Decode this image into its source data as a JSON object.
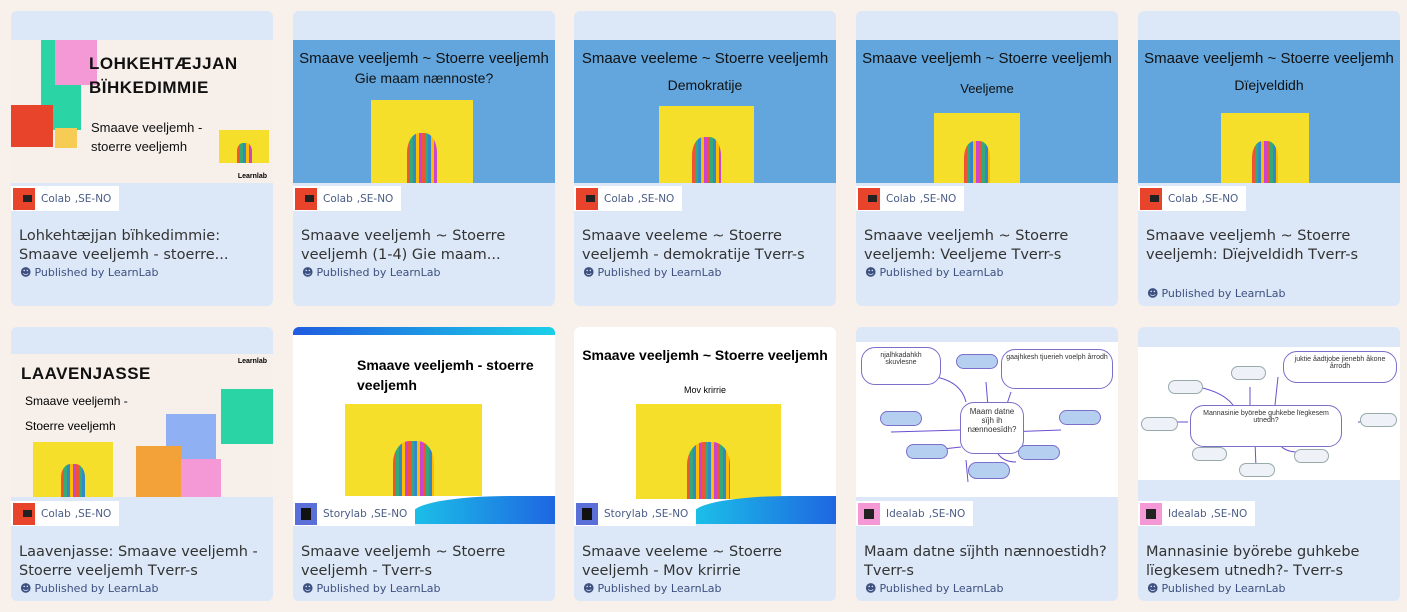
{
  "cards": [
    {
      "thumb": {
        "heading": "LOHKEHTÆJJAN BÏHKEDIMMIE",
        "sub": "Smaave veeljemh - stoerre veeljemh",
        "logo": "Learnlab"
      },
      "lab": "Colab",
      "locale": ",SE-NO",
      "title": "Lohkehtæjjan bïhkedimmie: Smaave veeljemh - stoerre...",
      "published": "Published by LearnLab"
    },
    {
      "thumb": {
        "heading": "Smaave veeljemh ~ Stoerre veeljemh",
        "sub": "Gie maam nænnoste?"
      },
      "lab": "Colab",
      "locale": ",SE-NO",
      "title": "Smaave veeljemh ~ Stoerre veeljemh (1-4) Gie maam...",
      "published": "Published by LearnLab"
    },
    {
      "thumb": {
        "heading": "Smaave veeleme ~ Stoerre veeljemh",
        "sub": "Demokratije"
      },
      "lab": "Colab",
      "locale": ",SE-NO",
      "title": "Smaave veeleme ~ Stoerre veeljemh - demokratije Tverr-s",
      "published": "Published by LearnLab"
    },
    {
      "thumb": {
        "heading": "Smaave veeljemh ~ Stoerre veeljemh",
        "sub": "Veeljeme"
      },
      "lab": "Colab",
      "locale": ",SE-NO",
      "title": "Smaave veeljemh ~ Stoerre veeljemh: Veeljeme Tverr-s",
      "published": "Published by LearnLab"
    },
    {
      "thumb": {
        "heading": "Smaave veeljemh ~ Stoerre veeljemh",
        "sub": "Dïejveldidh"
      },
      "lab": "Colab",
      "locale": ",SE-NO",
      "title": "Smaave veeljemh ~ Stoerre veeljemh: Dïejveldidh Tverr-s",
      "published": "Published by LearnLab"
    },
    {
      "thumb": {
        "heading": "LAAVENJASSE",
        "sub1": "Smaave veeljemh -",
        "sub2": "Stoerre veeljemh",
        "logo": "Learnlab"
      },
      "lab": "Colab",
      "locale": ",SE-NO",
      "title": "Laavenjasse: Smaave veeljemh - Stoerre veeljemh Tverr-s",
      "published": "Published by LearnLab"
    },
    {
      "thumb": {
        "heading": "Smaave veeljemh - stoerre veeljemh"
      },
      "lab": "Storylab",
      "locale": ",SE-NO",
      "title": "Smaave veeljemh ~ Stoerre veeljemh - Tverr-s",
      "published": "Published by LearnLab"
    },
    {
      "thumb": {
        "heading": "Smaave veeljemh ~ Stoerre veeljemh",
        "sub": "Mov krirrie"
      },
      "lab": "Storylab",
      "locale": ",SE-NO",
      "title": "Smaave veeleme ~ Stoerre veeljemh - Mov krirrie",
      "published": "Published by LearnLab"
    },
    {
      "thumb": {
        "center": "Maam datne sïjh ih nænnoesïdh?",
        "b1": "njalhkadahkh skuvlesne",
        "b2": "gaajhkesh tjuerieh voelph årrodh"
      },
      "lab": "Idealab",
      "locale": ",SE-NO",
      "title": "Maam datne sïjhth nænnoestidh? Tverr-s",
      "published": "Published by LearnLab"
    },
    {
      "thumb": {
        "center": "Mannasinie byörebe guhkebe lïegkesem utnedh?",
        "b1": "juktie åadtjobe jienebh åkone årrodh"
      },
      "lab": "Idealab",
      "locale": ",SE-NO",
      "title": "Mannasinie byörebe guhkebe lïegkesem utnedh?- Tverr-s",
      "published": "Published by LearnLab"
    }
  ]
}
